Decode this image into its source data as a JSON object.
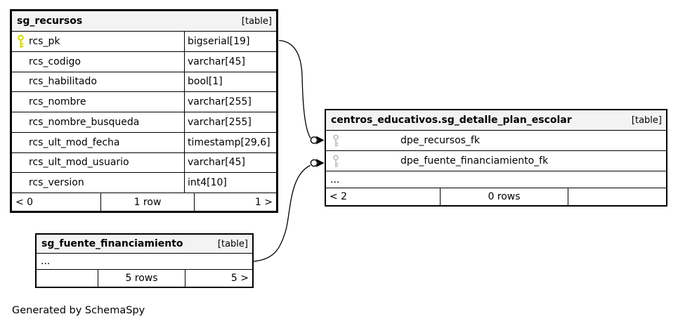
{
  "generator_note": "Generated by SchemaSpy",
  "colors": {
    "primary_key_icon": "#d8de00",
    "foreign_key_icon": "#c9c9c9",
    "header_bg": "#f3f3f3",
    "border": "#000000"
  },
  "tables": [
    {
      "title": "sg_recursos",
      "badge": "[table]",
      "columns": [
        {
          "name": "rcs_pk",
          "type": "bigserial[19]",
          "key": "primary"
        },
        {
          "name": "rcs_codigo",
          "type": "varchar[45]",
          "key": null
        },
        {
          "name": "rcs_habilitado",
          "type": "bool[1]",
          "key": null
        },
        {
          "name": "rcs_nombre",
          "type": "varchar[255]",
          "key": null
        },
        {
          "name": "rcs_nombre_busqueda",
          "type": "varchar[255]",
          "key": null
        },
        {
          "name": "rcs_ult_mod_fecha",
          "type": "timestamp[29,6]",
          "key": null
        },
        {
          "name": "rcs_ult_mod_usuario",
          "type": "varchar[45]",
          "key": null
        },
        {
          "name": "rcs_version",
          "type": "int4[10]",
          "key": null
        }
      ],
      "footer": {
        "left": "< 0",
        "center": "1 row",
        "right": "1 >"
      }
    },
    {
      "title": "centros_educativos.sg_detalle_plan_escolar",
      "badge": "[table]",
      "columns": [
        {
          "name": "dpe_recursos_fk",
          "key": "foreign"
        },
        {
          "name": "dpe_fuente_financiamiento_fk",
          "key": "foreign"
        }
      ],
      "ellipsis": "...",
      "footer": {
        "left": "< 2",
        "center": "0 rows",
        "right": ""
      }
    },
    {
      "title": "sg_fuente_financiamiento",
      "badge": "[table]",
      "ellipsis": "...",
      "footer": {
        "left": "",
        "center": "5 rows",
        "right": "5 >"
      }
    }
  ],
  "relationships": [
    {
      "from_table": "sg_recursos",
      "from_column": "rcs_pk",
      "to_table": "centros_educativos.sg_detalle_plan_escolar",
      "to_column": "dpe_recursos_fk"
    },
    {
      "from_table": "sg_fuente_financiamiento",
      "to_table": "centros_educativos.sg_detalle_plan_escolar",
      "to_column": "dpe_fuente_financiamiento_fk"
    }
  ]
}
